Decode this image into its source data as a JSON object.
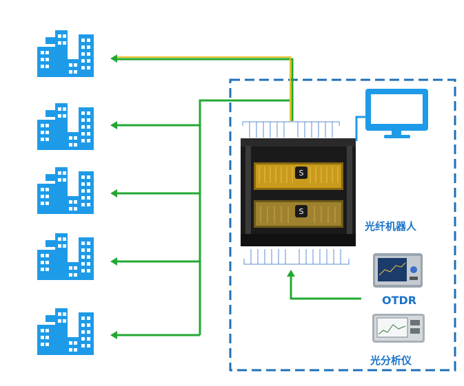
{
  "labels": {
    "robot": "光纤机器人",
    "otdr": "OTDR",
    "osa": "光分析仪"
  },
  "icons": {
    "building": "building-icon",
    "monitor": "monitor-icon",
    "rack": "fiber-robot-rack",
    "otdr": "otdr-device",
    "osa": "optical-analyzer-device"
  },
  "colors": {
    "building": "#1e9be8",
    "border": "#1f6fb8",
    "green": "#22a832",
    "yellow": "#e4c01e",
    "monitor": "#1e9be8",
    "label": "#1a73c8"
  },
  "building_count": 5
}
